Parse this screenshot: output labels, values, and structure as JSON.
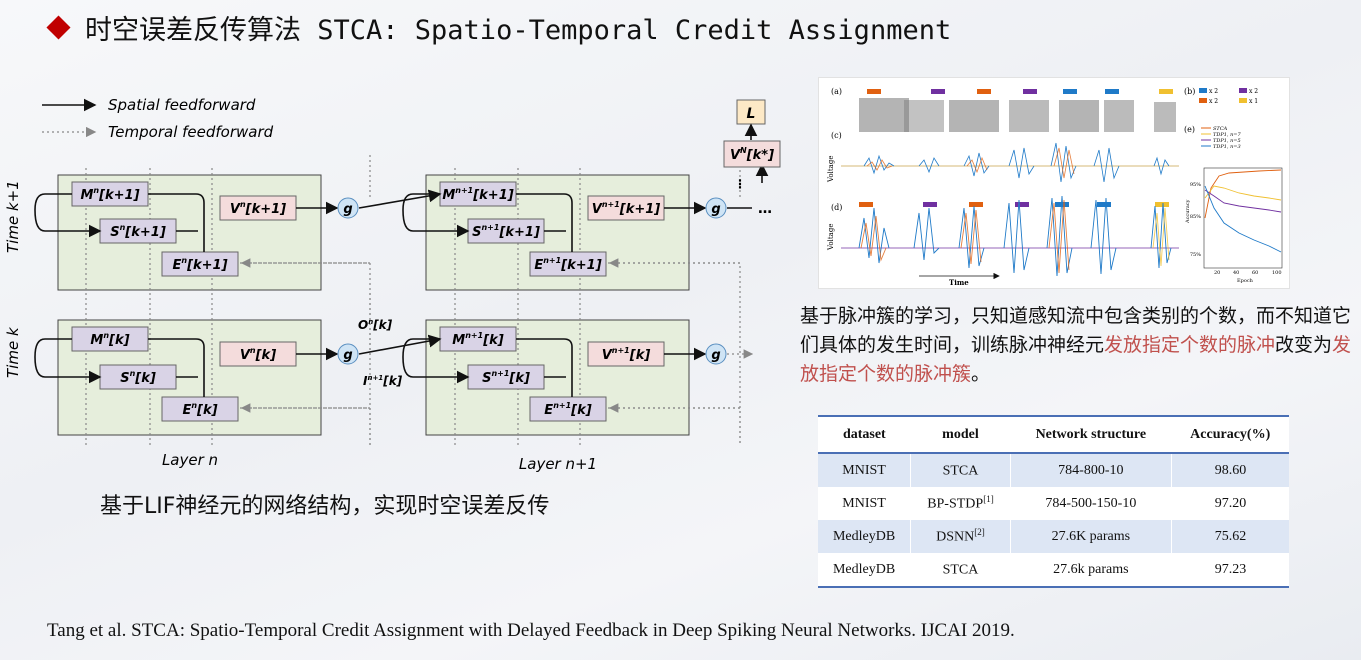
{
  "title": {
    "bullet_color": "#c00000",
    "text": "时空误差反传算法 STCA: Spatio-Temporal Credit Assignment"
  },
  "diagram": {
    "legend": {
      "spatial": "Spatial feedforward",
      "temporal": "Temporal feedforward"
    },
    "time_labels": {
      "upper": "Time k+1",
      "lower": "Time k"
    },
    "layer_labels": {
      "left": "Layer n",
      "right": "Layer n+1"
    },
    "upper_left": {
      "m": "M",
      "m_sup": "n",
      "m_arg": "[k+1]",
      "s": "S",
      "s_sup": "n",
      "s_arg": "[k+1]",
      "v": "V",
      "v_sup": "n",
      "v_arg": "[k+1]",
      "e": "E",
      "e_sup": "n",
      "e_arg": "[k+1]"
    },
    "upper_right": {
      "m": "M",
      "m_sup": "n+1",
      "m_arg": "[k+1]",
      "s": "S",
      "s_sup": "n+1",
      "s_arg": "[k+1]",
      "v": "V",
      "v_sup": "n+1",
      "v_arg": "[k+1]",
      "e": "E",
      "e_sup": "n+1",
      "e_arg": "[k+1]"
    },
    "lower_left": {
      "m": "M",
      "m_sup": "n",
      "m_arg": "[k]",
      "s": "S",
      "s_sup": "n",
      "s_arg": "[k]",
      "v": "V",
      "v_sup": "n",
      "v_arg": "[k]",
      "e": "E",
      "e_sup": "n",
      "e_arg": "[k]"
    },
    "lower_right": {
      "m": "M",
      "m_sup": "n+1",
      "m_arg": "[k]",
      "s": "S",
      "s_sup": "n+1",
      "s_arg": "[k]",
      "v": "V",
      "v_sup": "n+1",
      "v_arg": "[k]",
      "e": "E",
      "e_sup": "n+1",
      "e_arg": "[k]"
    },
    "g": "g",
    "loss": "L",
    "vn": "V",
    "vn_sup": "N",
    "vn_arg": "[k*]",
    "output_label": {
      "o": "O",
      "o_sup": "n",
      "o_arg": "[k]"
    },
    "input_label": {
      "i": "I",
      "i_sup": "n+1",
      "i_arg": "[k]"
    },
    "colors": {
      "layer_fill": "#e6eedc",
      "box_purple": "#d9d3e6",
      "box_pink": "#f4dcdc",
      "g_fill": "#cfe4f5",
      "loss_fill": "#fde9c6"
    }
  },
  "caption_left": "基于LIF神经元的网络结构，实现时空误差反传",
  "figure_right": {
    "panel_labels": [
      "(a)",
      "(b)",
      "(c)",
      "(d)",
      "(e)"
    ],
    "voltage_label": "Voltage",
    "time_label": "Time",
    "legend_b": [
      "x 2",
      "x 2",
      "x 2",
      "x 1"
    ],
    "legend_e": [
      "STCA",
      "TDP1, n=7",
      "TDP1, n=5",
      "TDP1, n=3"
    ],
    "y_ticks": [
      "95%",
      "85%",
      "75%"
    ],
    "y_label": "Accuracy",
    "x_ticks": [
      "20",
      "40",
      "60",
      "100"
    ],
    "x_label": "Epoch",
    "burst_colors": [
      "#e06010",
      "#7030a0",
      "#e06010",
      "#7030a0",
      "#1f7ac8",
      "#1f7ac8",
      "#f0c030"
    ]
  },
  "description": {
    "part1": "基于脉冲簇的学习，只知道感知流中包含类别的个数，而不知道它们具体的发生时间，训练脉冲神经元",
    "part2": "发放指定个数的脉冲",
    "part3": "改变为",
    "part4": "发放指定个数的脉冲簇",
    "part5": "。"
  },
  "table": {
    "headers": [
      "dataset",
      "model",
      "Network structure",
      "Accuracy(%)"
    ],
    "rows": [
      {
        "dataset": "MNIST",
        "model": "STCA",
        "model_sup": "",
        "structure": "784-800-10",
        "accuracy": "98.60"
      },
      {
        "dataset": "MNIST",
        "model": "BP-STDP",
        "model_sup": "[1]",
        "structure": "784-500-150-10",
        "accuracy": "97.20"
      },
      {
        "dataset": "MedleyDB",
        "model": "DSNN",
        "model_sup": "[2]",
        "structure": "27.6K params",
        "accuracy": "75.62"
      },
      {
        "dataset": "MedleyDB",
        "model": "STCA",
        "model_sup": "",
        "structure": "27.6k params",
        "accuracy": "97.23"
      }
    ]
  },
  "reference": "Tang et al. STCA: Spatio-Temporal Credit Assignment with Delayed Feedback in Deep Spiking Neural Networks. IJCAI 2019."
}
